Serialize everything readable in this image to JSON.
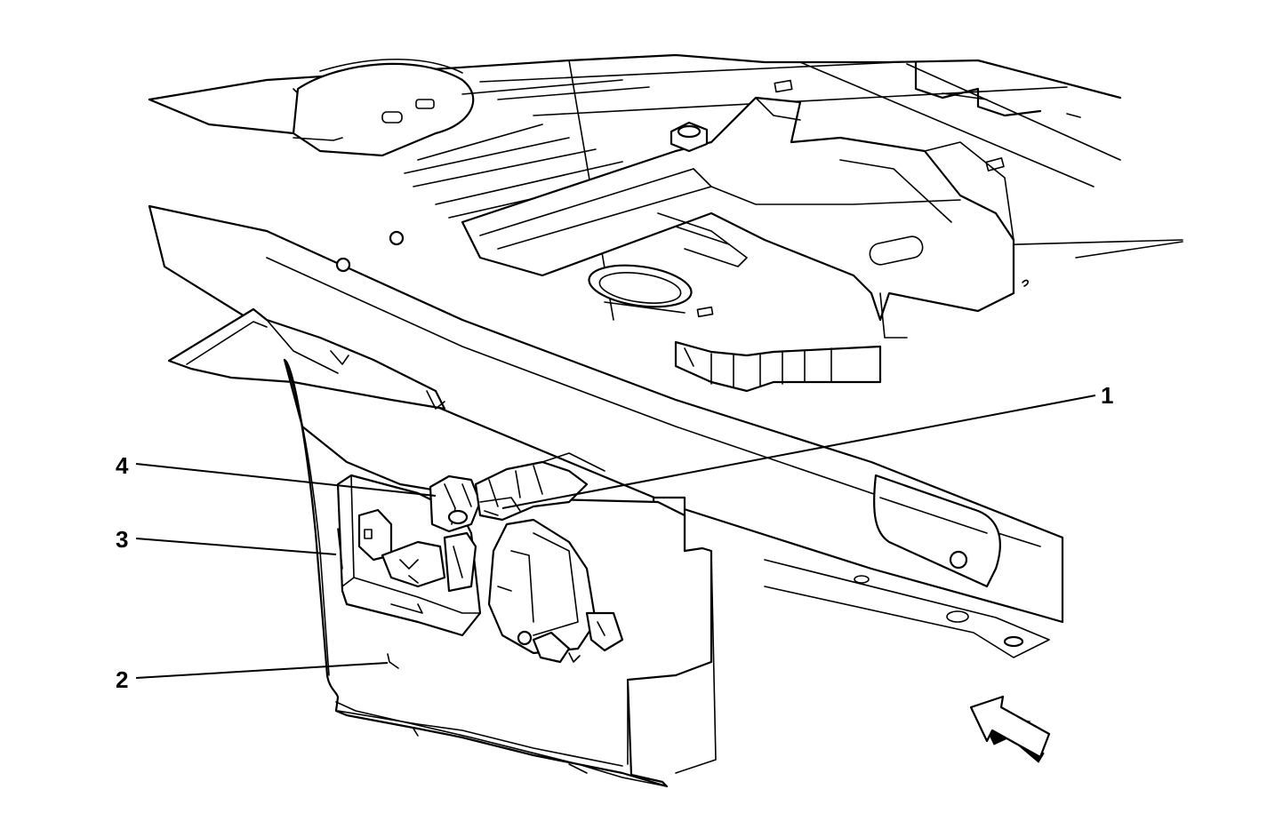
{
  "diagram": {
    "callouts": [
      {
        "id": "1",
        "text": "1"
      },
      {
        "id": "2",
        "text": "2"
      },
      {
        "id": "3",
        "text": "3"
      },
      {
        "id": "4",
        "text": "4"
      }
    ],
    "view_arrow_icon": "direction-of-view-arrow-icon",
    "colors": {
      "ink": "#000000",
      "paper": "#ffffff"
    }
  }
}
